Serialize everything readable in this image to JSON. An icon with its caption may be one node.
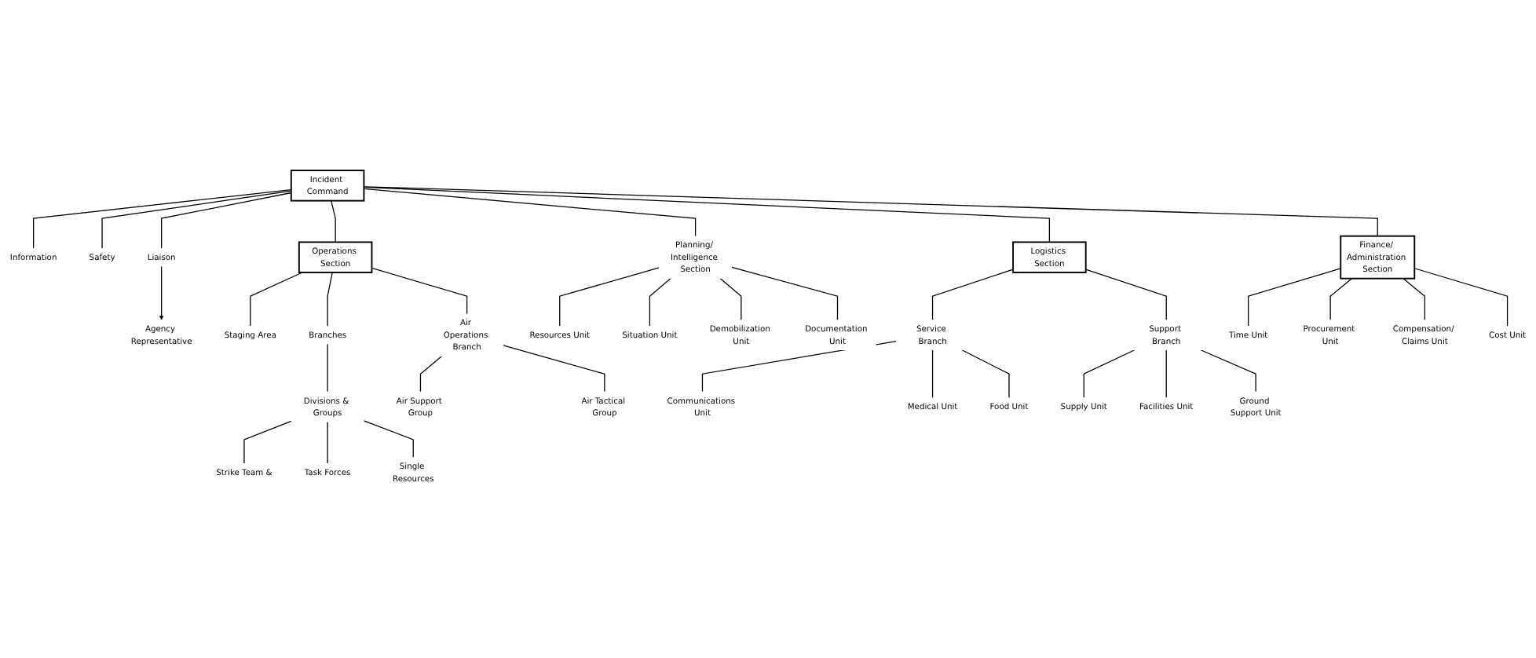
{
  "diagram": {
    "nodes": [
      {
        "text": [
          "Incident Command"
        ]
      },
      {
        "text": [
          "Information"
        ]
      },
      {
        "text": [
          "Safety"
        ]
      },
      {
        "text": [
          "Liaison"
        ]
      },
      {
        "text": [
          "Agency Representative"
        ]
      },
      {
        "text": [
          "Operations Section"
        ]
      },
      {
        "text": [
          "Planning/ Intelligence Section"
        ]
      },
      {
        "text": [
          "Logistics Section"
        ]
      },
      {
        "text": [
          "Finance/ Administration Section"
        ]
      },
      {
        "text": [
          "Staging Area"
        ]
      },
      {
        "text": [
          "Branches"
        ]
      },
      {
        "text": [
          "Air Operations Branch"
        ]
      },
      {
        "text": [
          "Divisions & Groups"
        ]
      },
      {
        "text": [
          "Strike Team &"
        ]
      },
      {
        "text": [
          "Task Forces"
        ]
      },
      {
        "text": [
          "Single Resources"
        ]
      },
      {
        "text": [
          "Air Support Group"
        ]
      },
      {
        "text": [
          "Air Tactical Group"
        ]
      },
      {
        "text": [
          "Resources Unit"
        ]
      },
      {
        "text": [
          "Situation Unit"
        ]
      },
      {
        "text": [
          "Demobilization Unit"
        ]
      },
      {
        "text": [
          "Documentation Unit"
        ]
      },
      {
        "text": [
          "Service Branch"
        ]
      },
      {
        "text": [
          "Communications Unit"
        ]
      },
      {
        "text": [
          "Medical Unit"
        ]
      },
      {
        "text": [
          "Food Unit"
        ]
      },
      {
        "text": [
          "Support Branch"
        ]
      },
      {
        "text": [
          "Supply Unit"
        ]
      },
      {
        "text": [
          "Facilities Unit"
        ]
      },
      {
        "text": [
          "Ground Support Unit"
        ]
      },
      {
        "text": [
          "Time Unit"
        ]
      },
      {
        "text": [
          "Procurement Unit"
        ]
      },
      {
        "text": [
          "Compensation/ Claims Unit"
        ]
      },
      {
        "text": [
          "Cost Unit"
        ]
      }
    ],
    "edges": [
      {
        "from": 0,
        "to": 1,
        "arrow": "none"
      },
      {
        "from": 0,
        "to": 2,
        "arrow": "none"
      },
      {
        "from": 0,
        "to": 3,
        "arrow": "none"
      },
      {
        "from": 3,
        "to": 4,
        "arrow": "to"
      },
      {
        "from": 0,
        "to": 5,
        "arrow": "none"
      },
      {
        "from": 0,
        "to": 6,
        "arrow": "none"
      },
      {
        "from": 0,
        "to": 7,
        "arrow": "none"
      },
      {
        "from": 0,
        "to": 8,
        "arrow": "none"
      },
      {
        "from": 5,
        "to": 9,
        "arrow": "none"
      },
      {
        "from": 5,
        "to": 10,
        "arrow": "none"
      },
      {
        "from": 5,
        "to": 11,
        "arrow": "none"
      },
      {
        "from": 10,
        "to": 12,
        "arrow": "none"
      },
      {
        "from": 12,
        "to": 13,
        "arrow": "none"
      },
      {
        "from": 12,
        "to": 14,
        "arrow": "none"
      },
      {
        "from": 12,
        "to": 15,
        "arrow": "none"
      },
      {
        "from": 11,
        "to": 16,
        "arrow": "none"
      },
      {
        "from": 11,
        "to": 17,
        "arrow": "none"
      },
      {
        "from": 6,
        "to": 18,
        "arrow": "none"
      },
      {
        "from": 6,
        "to": 19,
        "arrow": "none"
      },
      {
        "from": 6,
        "to": 20,
        "arrow": "none"
      },
      {
        "from": 6,
        "to": 21,
        "arrow": "none"
      },
      {
        "from": 7,
        "to": 22,
        "arrow": "none"
      },
      {
        "from": 22,
        "to": 23,
        "arrow": "none"
      },
      {
        "from": 22,
        "to": 24,
        "arrow": "none"
      },
      {
        "from": 22,
        "to": 25,
        "arrow": "none"
      },
      {
        "from": 7,
        "to": 26,
        "arrow": "none"
      },
      {
        "from": 26,
        "to": 27,
        "arrow": "none"
      },
      {
        "from": 26,
        "to": 28,
        "arrow": "none"
      },
      {
        "from": 26,
        "to": 29,
        "arrow": "none"
      },
      {
        "from": 8,
        "to": 30,
        "arrow": "none"
      },
      {
        "from": 8,
        "to": 31,
        "arrow": "none"
      },
      {
        "from": 8,
        "to": 32,
        "arrow": "none"
      },
      {
        "from": 8,
        "to": 33,
        "arrow": "none"
      }
    ]
  }
}
